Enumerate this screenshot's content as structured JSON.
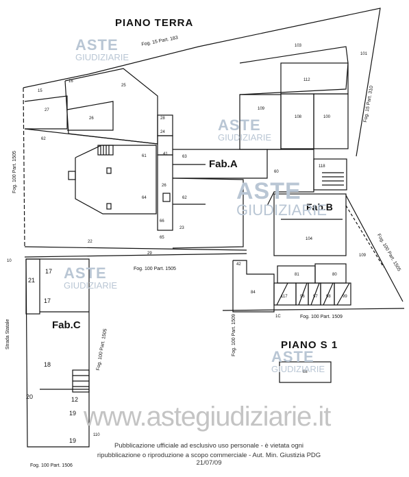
{
  "headings": {
    "ground_floor": "PIANO TERRA",
    "basement": "PIANO S 1"
  },
  "buildings": {
    "a": "Fab.A",
    "b": "Fab.B",
    "c": "Fab.C"
  },
  "parcel_labels": {
    "top": "Fog. 15 Part. 183",
    "right_upper": "Fog. 15 Part. 310",
    "left": "Fog. 100 Part. 1505",
    "mid": "Fog. 100 Part. 1505",
    "right_lower": "Fog. 100 Part. 1505",
    "lower_right": "Fog. 100 Part. 1509",
    "lower_vertical": "Fog. 100 Part. 1509",
    "fab_c_vertical": "Fog. 100 Part. 1505",
    "bottom": "Fog. 100 Part. 1506"
  },
  "street": "Strada Statale",
  "room_numbers": {
    "r103": "103",
    "r101": "101",
    "r112": "112",
    "r109": "109",
    "r108": "108",
    "r100": "100",
    "r25": "25",
    "r15": "15",
    "r16": "16",
    "r27": "27",
    "r26": "26",
    "r62": "62",
    "r28": "28",
    "r24": "24",
    "r61": "61",
    "r63": "63",
    "r41": "41",
    "r60": "60",
    "r118": "118",
    "r26b": "26",
    "r64": "64",
    "r62b": "62",
    "r66": "66",
    "r65": "65",
    "r23": "23",
    "r104": "104",
    "r22": "22",
    "r29": "29",
    "r109b": "109",
    "r10": "10",
    "r17a": "17",
    "r21": "21",
    "r17b": "17",
    "r42": "42",
    "r84": "84",
    "r81": "81",
    "r80": "80",
    "r117": "117",
    "r96": "96",
    "r97": "97",
    "r98": "98",
    "r99": "99",
    "r18": "18",
    "r20": "20",
    "r12": "12",
    "r19a": "19",
    "r19b": "19",
    "r110": "110",
    "r88": "88",
    "r1c": "1C"
  },
  "watermarks": {
    "brand": "ASTE",
    "brand_sub": "GIUDIZIARIE",
    "site": "www.astegiudiziarie.it"
  },
  "footer": {
    "line1": "Pubblicazione ufficiale ad esclusivo uso personale - è vietata ogni",
    "line2": "ripubblicazione o riproduzione a scopo commerciale - Aut. Min. Giustizia PDG 21/07/09"
  }
}
